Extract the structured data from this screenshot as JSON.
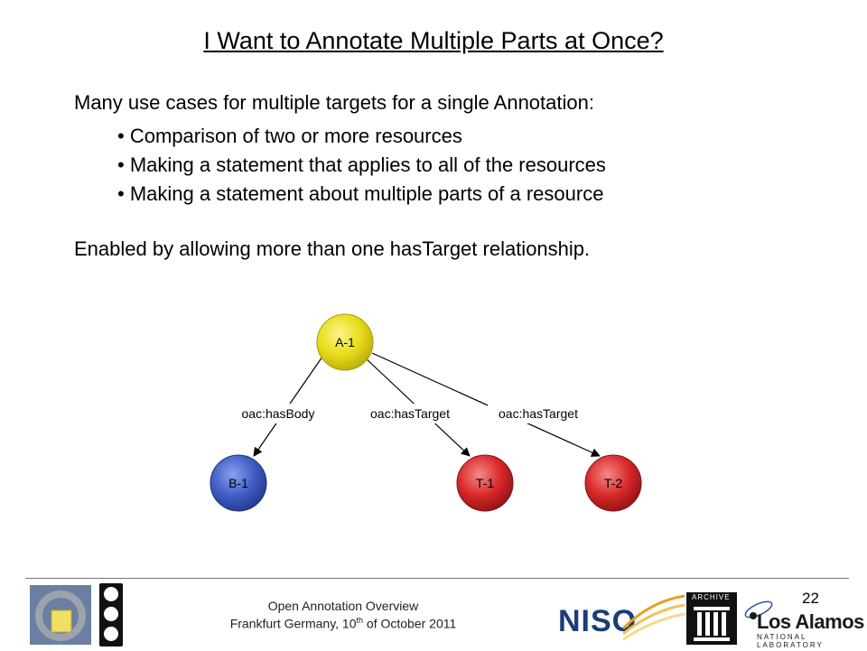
{
  "slide": {
    "title": "I Want to Annotate Multiple Parts at Once?",
    "intro": "Many use cases for multiple targets for a single Annotation:",
    "bullets": [
      "Comparison of two or more resources",
      "Making a statement that applies to all of the resources",
      "Making a statement about multiple parts of a resource"
    ],
    "enabled": "Enabled by allowing more than one hasTarget relationship."
  },
  "diagram": {
    "nodes": [
      {
        "id": "A-1",
        "label": "A-1",
        "color": "#e8dc1a"
      },
      {
        "id": "B-1",
        "label": "B-1",
        "color": "#3f5ec4"
      },
      {
        "id": "T-1",
        "label": "T-1",
        "color": "#d8282a"
      },
      {
        "id": "T-2",
        "label": "T-2",
        "color": "#d8282a"
      }
    ],
    "edges": [
      {
        "from": "A-1",
        "to": "B-1",
        "label": "oac:hasBody"
      },
      {
        "from": "A-1",
        "to": "T-1",
        "label": "oac:hasTarget"
      },
      {
        "from": "A-1",
        "to": "T-2",
        "label": "oac:hasTarget"
      }
    ]
  },
  "footer": {
    "line1": "Open Annotation Overview",
    "line2_prefix": "Frankfurt Germany, 10",
    "line2_sup": "th",
    "line2_suffix": " of October 2011",
    "page_number": "22"
  },
  "logos": {
    "niso": "NISO",
    "internet_archive": "ARCHIVE",
    "los_alamos": "Los Alamos",
    "los_alamos_sub": "NATIONAL LABORATORY"
  }
}
